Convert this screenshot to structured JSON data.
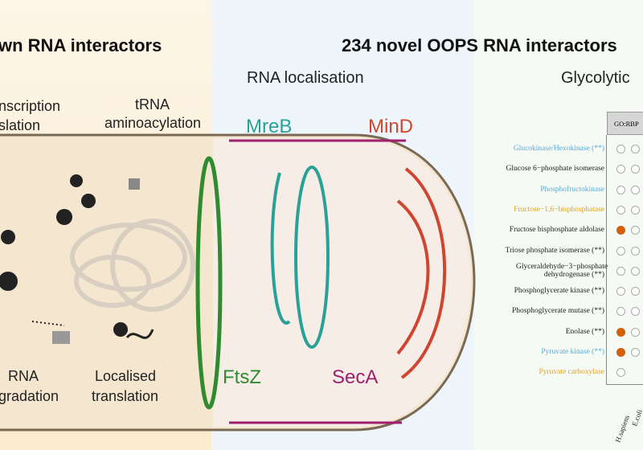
{
  "left": {
    "title": "wn RNA interactors",
    "labels": {
      "transcription_1": "nscription",
      "transcription_2": "slation",
      "trna_1": "tRNA",
      "trna_2": "aminoacylation",
      "degradation_1": "RNA",
      "degradation_2": "gradation",
      "localised_1": "Localised",
      "localised_2": "translation"
    }
  },
  "middle": {
    "title": "234 novel OOPS RNA interactors",
    "subtitle": "RNA localisation",
    "proteins": {
      "mreb": "MreB",
      "mind": "MinD",
      "ftsz": "FtsZ",
      "seca": "SecA"
    }
  },
  "right": {
    "title": "Glycolytic",
    "header": "GO:RBP",
    "columns": [
      "H.sapiens",
      "E.coli"
    ],
    "rows": [
      {
        "label": "Glucokinase/Hexokinase (**)",
        "color": "#5aa8d8",
        "h": false,
        "e": false
      },
      {
        "label": "Glucose 6−phosphate isomerase",
        "color": "#222222",
        "h": false,
        "e": false
      },
      {
        "label": "Phosphofructokinase",
        "color": "#5aa8d8",
        "h": false,
        "e": false
      },
      {
        "label": "Fructose−1,6−bisphosphatase",
        "color": "#e0a020",
        "h": false,
        "e": false
      },
      {
        "label": "Fructose bisphosphate aldolase",
        "color": "#222222",
        "h": true,
        "e": false
      },
      {
        "label": "Triose phosphate isomerase (**)",
        "color": "#222222",
        "h": false,
        "e": false
      },
      {
        "label": "Glyceraldehyde−3−phosphate dehydrogenase (**)",
        "color": "#222222",
        "h": false,
        "e": false
      },
      {
        "label": "Phosphoglycerate kinase (**)",
        "color": "#222222",
        "h": false,
        "e": false
      },
      {
        "label": "Phosphoglycerate mutase (**)",
        "color": "#222222",
        "h": false,
        "e": false
      },
      {
        "label": "Enolase (**)",
        "color": "#222222",
        "h": true,
        "e": false
      },
      {
        "label": "Pyruvate kinase (**)",
        "color": "#5aa8d8",
        "h": true,
        "e": false
      },
      {
        "label": "Pyruvate carboxylase",
        "color": "#e0a020",
        "h": false,
        "e": null
      }
    ]
  },
  "colors": {
    "mreb": "#2aa198",
    "mind": "#d0452f",
    "ftsz": "#2e8b2e",
    "seca": "#a0206f",
    "present": "#d2600f"
  }
}
